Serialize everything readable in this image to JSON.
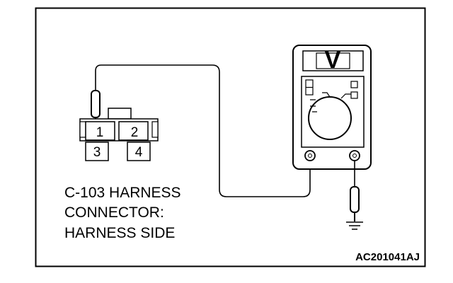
{
  "connector": {
    "pins": [
      "1",
      "2",
      "3",
      "4"
    ]
  },
  "meter": {
    "unit_symbol": "V"
  },
  "caption": {
    "lines": [
      "C-103 HARNESS",
      "CONNECTOR:",
      "HARNESS SIDE"
    ]
  },
  "figure_code": "AC201041AJ",
  "colors": {
    "line": "#000000",
    "background": "#ffffff"
  }
}
